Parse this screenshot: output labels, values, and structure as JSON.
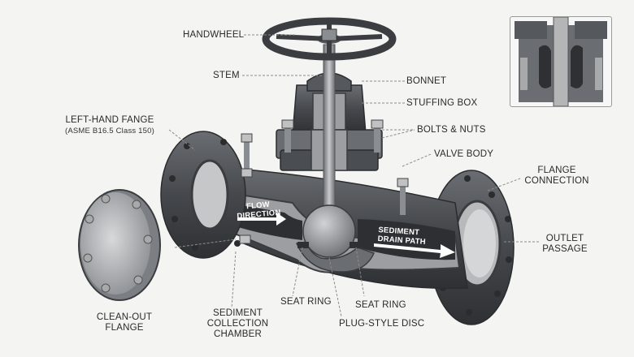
{
  "labels": {
    "handwheel": "HANDWHEEL",
    "stem": "STEM",
    "bonnet": "BONNET",
    "stuffing_box": "STUFFING BOX",
    "bolts_nuts": "BOLTS & NUTS",
    "valve_body": "VALVE BODY",
    "left_flange": "LEFT-HAND FANGE",
    "left_flange_sub": "(ASME B16.5 Class 150)",
    "flange_connection": "FLANGE\nCONNECTION",
    "outlet_passage": "OUTLET\nPASSAGE",
    "clean_out_flange": "CLEAN-OUT\nFLANGE",
    "sediment_chamber": "SEDIMENT\nCOLLECTION\nCHAMBER",
    "seat_ring_left": "SEAT RING",
    "seat_ring_right": "SEAT RING",
    "plug_disc": "PLUG-STYLE DISC",
    "flow_direction": "FLOW\nDIRECTION",
    "sediment_drain_path": "SEDIMENT\nDRAIN PATH"
  },
  "colors": {
    "background": "#f4f4f3",
    "metal_dark": "#3b3d40",
    "metal_mid": "#55585c",
    "metal_light": "#8a8d91",
    "cut_face": "#9c9ea1",
    "leader_line": "#8c8c8c",
    "flow_arrow": "#ffffff"
  }
}
